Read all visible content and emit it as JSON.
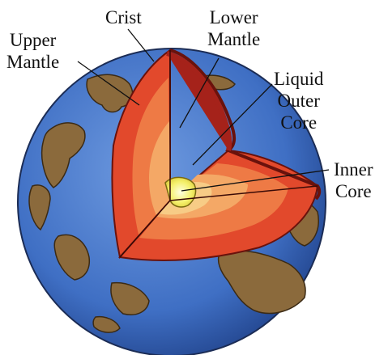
{
  "labels": {
    "crist": "Crist",
    "upper_mantle": [
      "Upper",
      "Mantle"
    ],
    "lower_mantle": [
      "Lower",
      "Mantle"
    ],
    "liquid_outer_core": [
      "Liquid",
      "Outer",
      "Core"
    ],
    "inner_core": [
      "Inner",
      "Core"
    ]
  },
  "colors": {
    "ocean": "#3f6fc4",
    "land": "#8b6a3c",
    "crust": "#a5221a",
    "mantle_outer": "#e2492c",
    "mantle_inner": "#ee7a45",
    "outer_core": "#f4a866",
    "outer_core_inner": "#f7cc86",
    "inner_core": "#f4f06a",
    "text": "#111111"
  }
}
